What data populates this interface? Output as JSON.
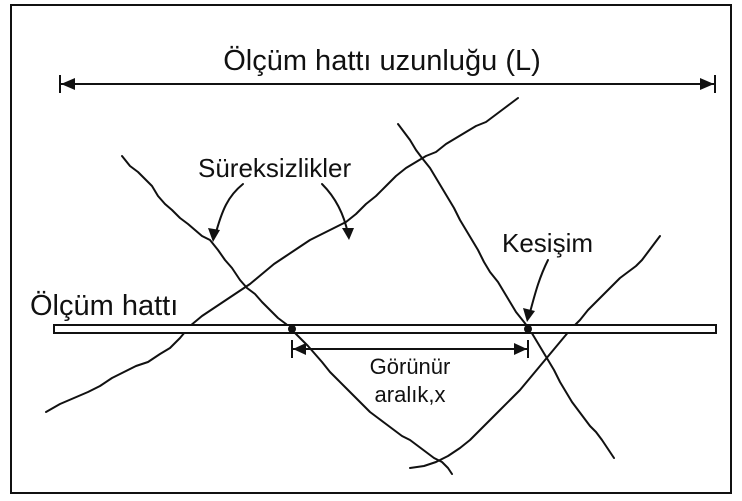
{
  "labels": {
    "length": "Ölçüm hattı uzunluğu (L)",
    "discontinuities": "Süreksizlikler",
    "intersection": "Kesişim",
    "scanline": "Ölçüm hattı",
    "spacing_line1": "Görünür",
    "spacing_line2": "aralık,x"
  }
}
